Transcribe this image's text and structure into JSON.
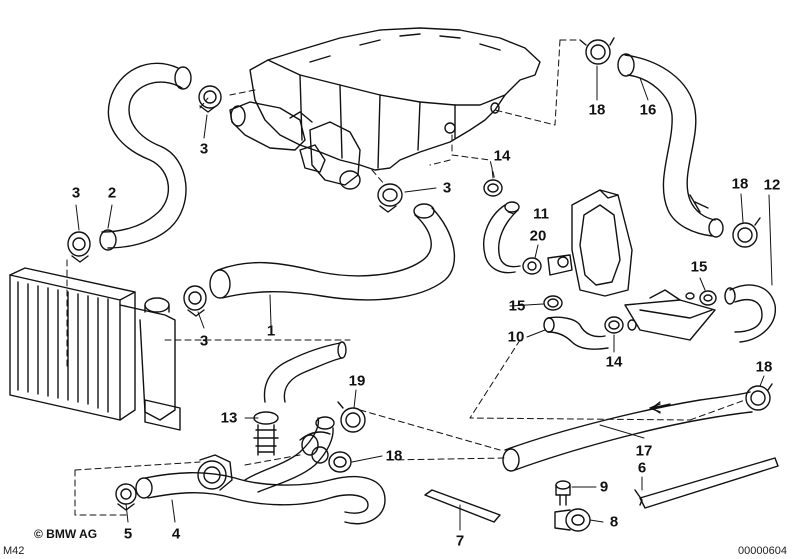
{
  "diagram": {
    "engine_code": "M42",
    "copyright": "© BMW AG",
    "figure_number": "00000604",
    "part_labels": [
      "1",
      "2",
      "3",
      "3",
      "3",
      "3",
      "4",
      "5",
      "6",
      "7",
      "8",
      "9",
      "10",
      "11",
      "12",
      "13",
      "14",
      "14",
      "15",
      "15",
      "16",
      "17",
      "18",
      "18",
      "18",
      "18",
      "19",
      "20"
    ]
  },
  "colors": {
    "line": "#111111",
    "background": "#ffffff"
  }
}
